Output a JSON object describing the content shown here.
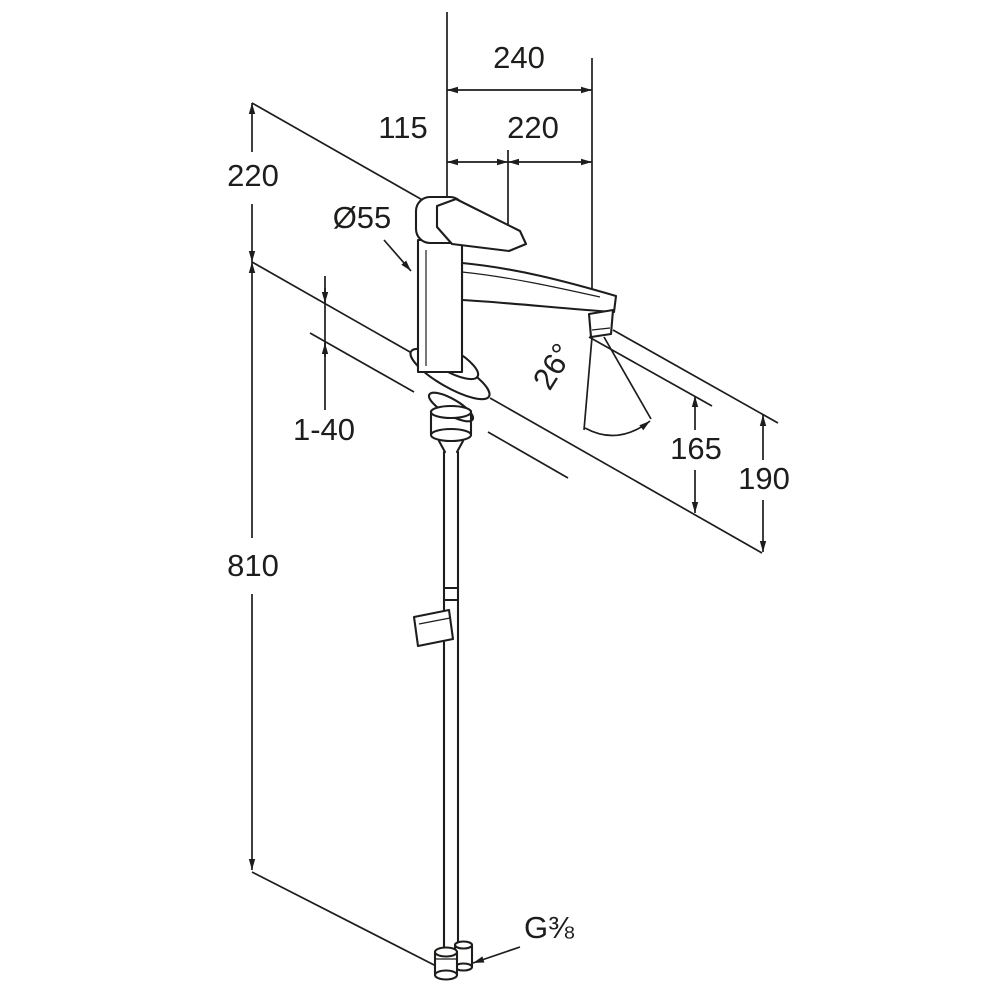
{
  "drawing": {
    "kind": "technical-dimension-drawing",
    "colors": {
      "background": "#ffffff",
      "line": "#1d1d1b"
    },
    "labels": {
      "top_width": "240",
      "handle_reach": "115",
      "spout_reach": "220",
      "height": "220",
      "body_diameter": "Ø55",
      "deck_thickness": "1-40",
      "swivel_angle": "26°",
      "outlet_height": "165",
      "spout_height": "190",
      "pipe_length": "810",
      "thread": "G⅜"
    }
  }
}
